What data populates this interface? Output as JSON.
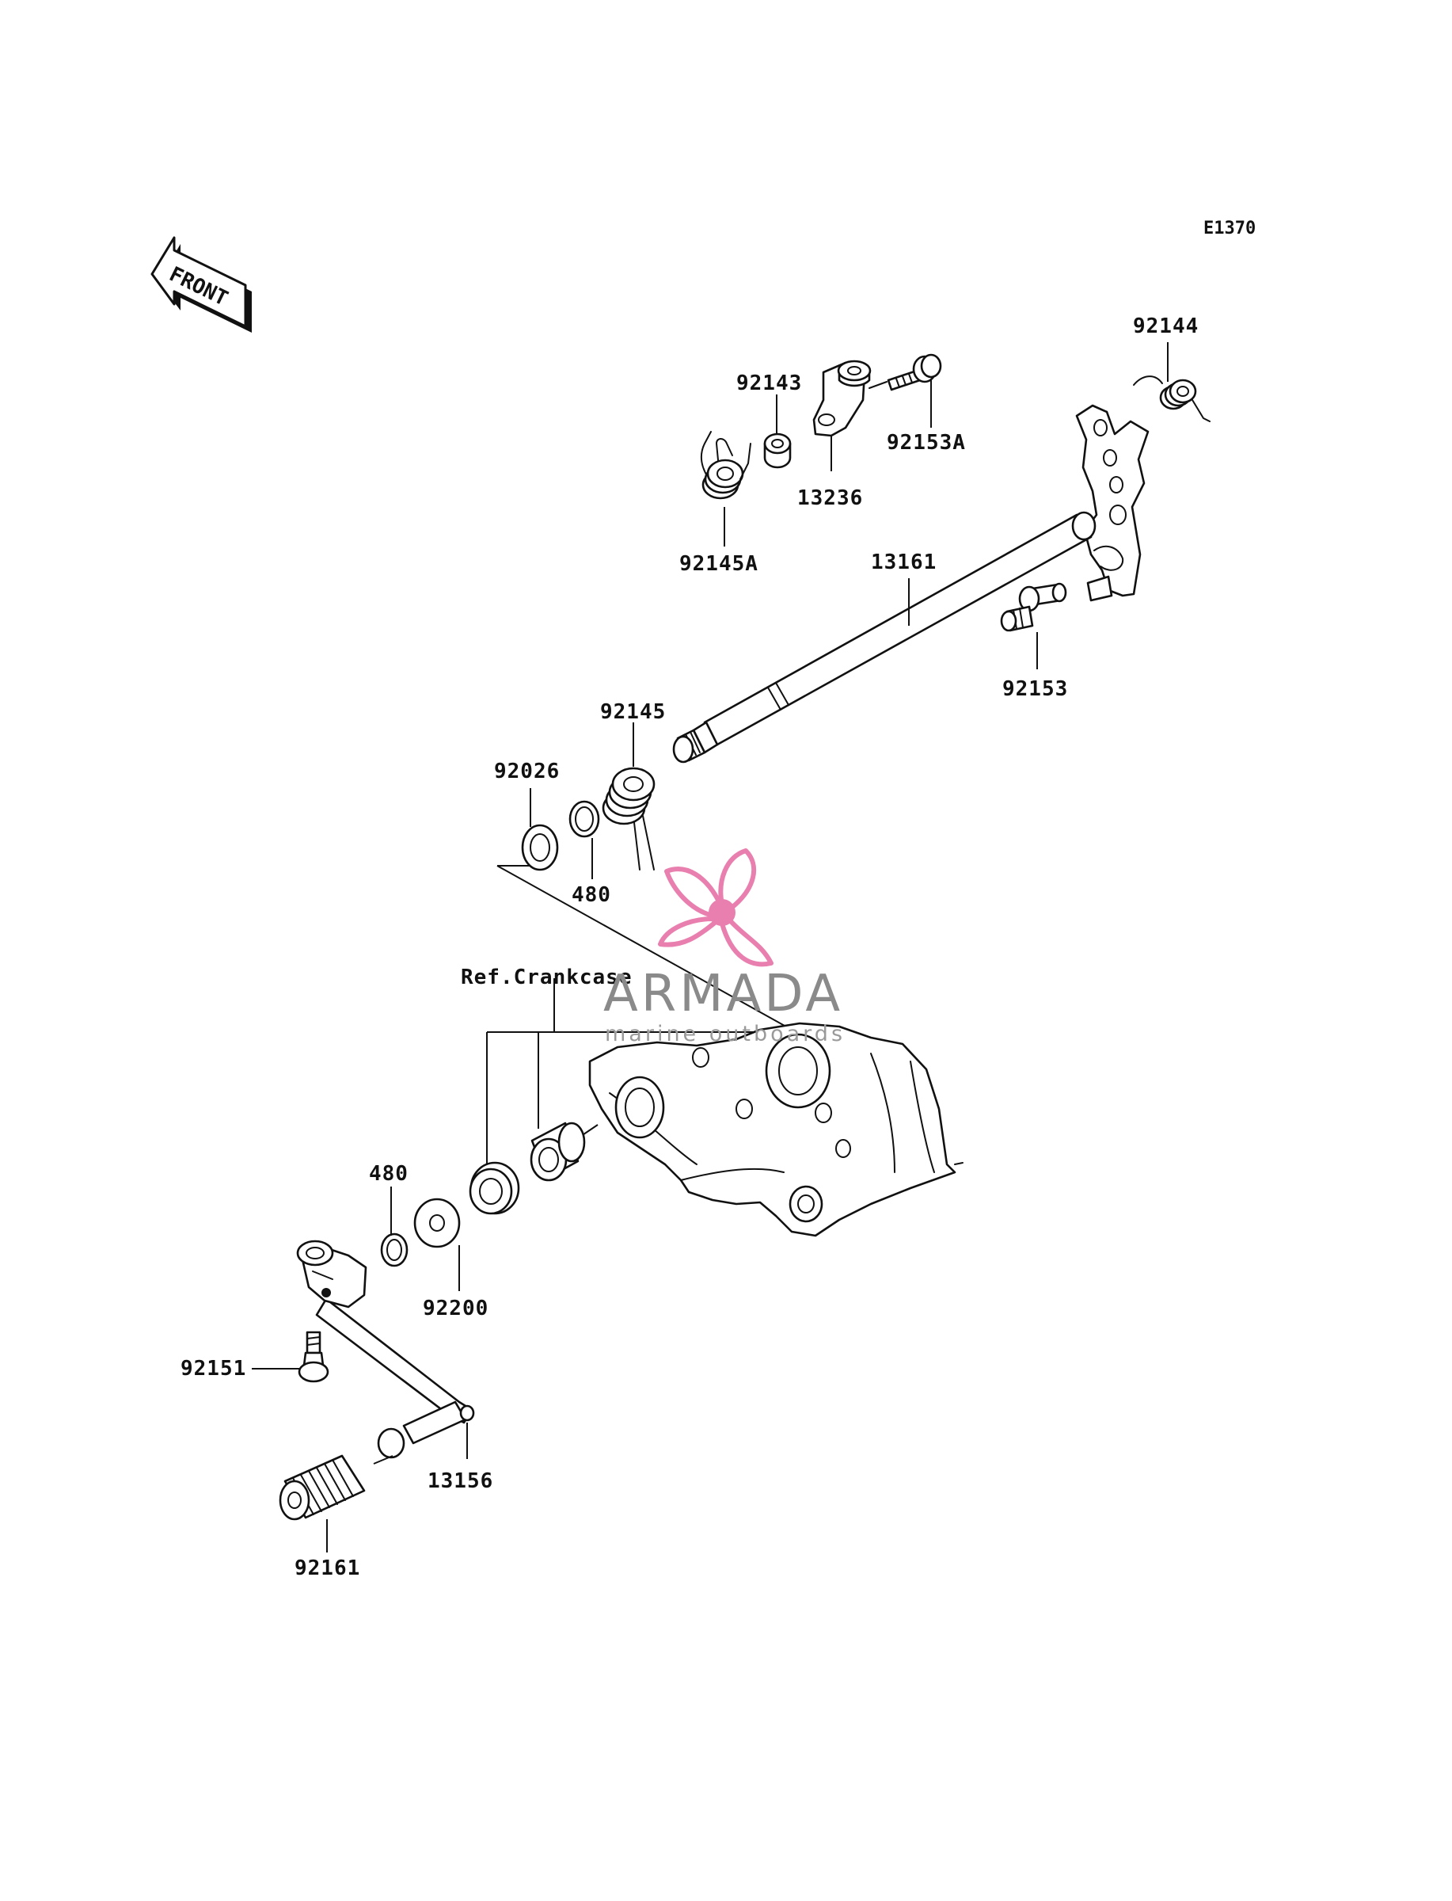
{
  "diagram_code": "E1370",
  "front_marker": "FRONT",
  "reference_note": "Ref.Crankcase",
  "watermark": {
    "brand": "ARMADA",
    "tagline": "marine outboards",
    "logo_icon": "propeller-icon",
    "logo_color": "#e87fae"
  },
  "parts": [
    {
      "id": "p-92144",
      "number": "92144"
    },
    {
      "id": "p-92143",
      "number": "92143"
    },
    {
      "id": "p-92153A",
      "number": "92153A"
    },
    {
      "id": "p-13236",
      "number": "13236"
    },
    {
      "id": "p-92145A",
      "number": "92145A"
    },
    {
      "id": "p-13161",
      "number": "13161"
    },
    {
      "id": "p-92153",
      "number": "92153"
    },
    {
      "id": "p-92145",
      "number": "92145"
    },
    {
      "id": "p-92026",
      "number": "92026"
    },
    {
      "id": "p-480-upper",
      "number": "480"
    },
    {
      "id": "p-480-lower",
      "number": "480"
    },
    {
      "id": "p-92200",
      "number": "92200"
    },
    {
      "id": "p-92151",
      "number": "92151"
    },
    {
      "id": "p-13156",
      "number": "13156"
    },
    {
      "id": "p-92161",
      "number": "92161"
    }
  ]
}
